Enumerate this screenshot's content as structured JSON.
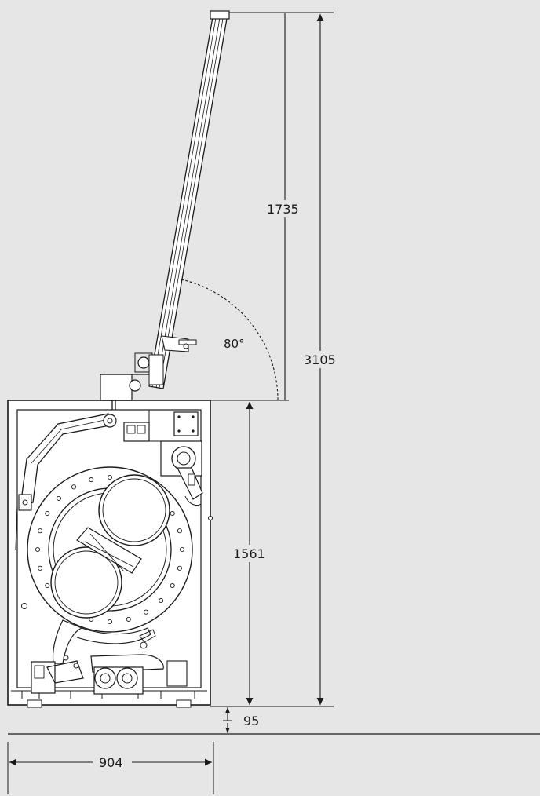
{
  "dimensions": {
    "mast_height": "1735",
    "total_height": "3105",
    "machine_height": "1561",
    "base_offset": "95",
    "machine_width": "904"
  },
  "angle_label": "80°",
  "colors": {
    "background": "#e6e6e6",
    "line": "#1a1a1a",
    "machine_fill": "#ffffff"
  }
}
